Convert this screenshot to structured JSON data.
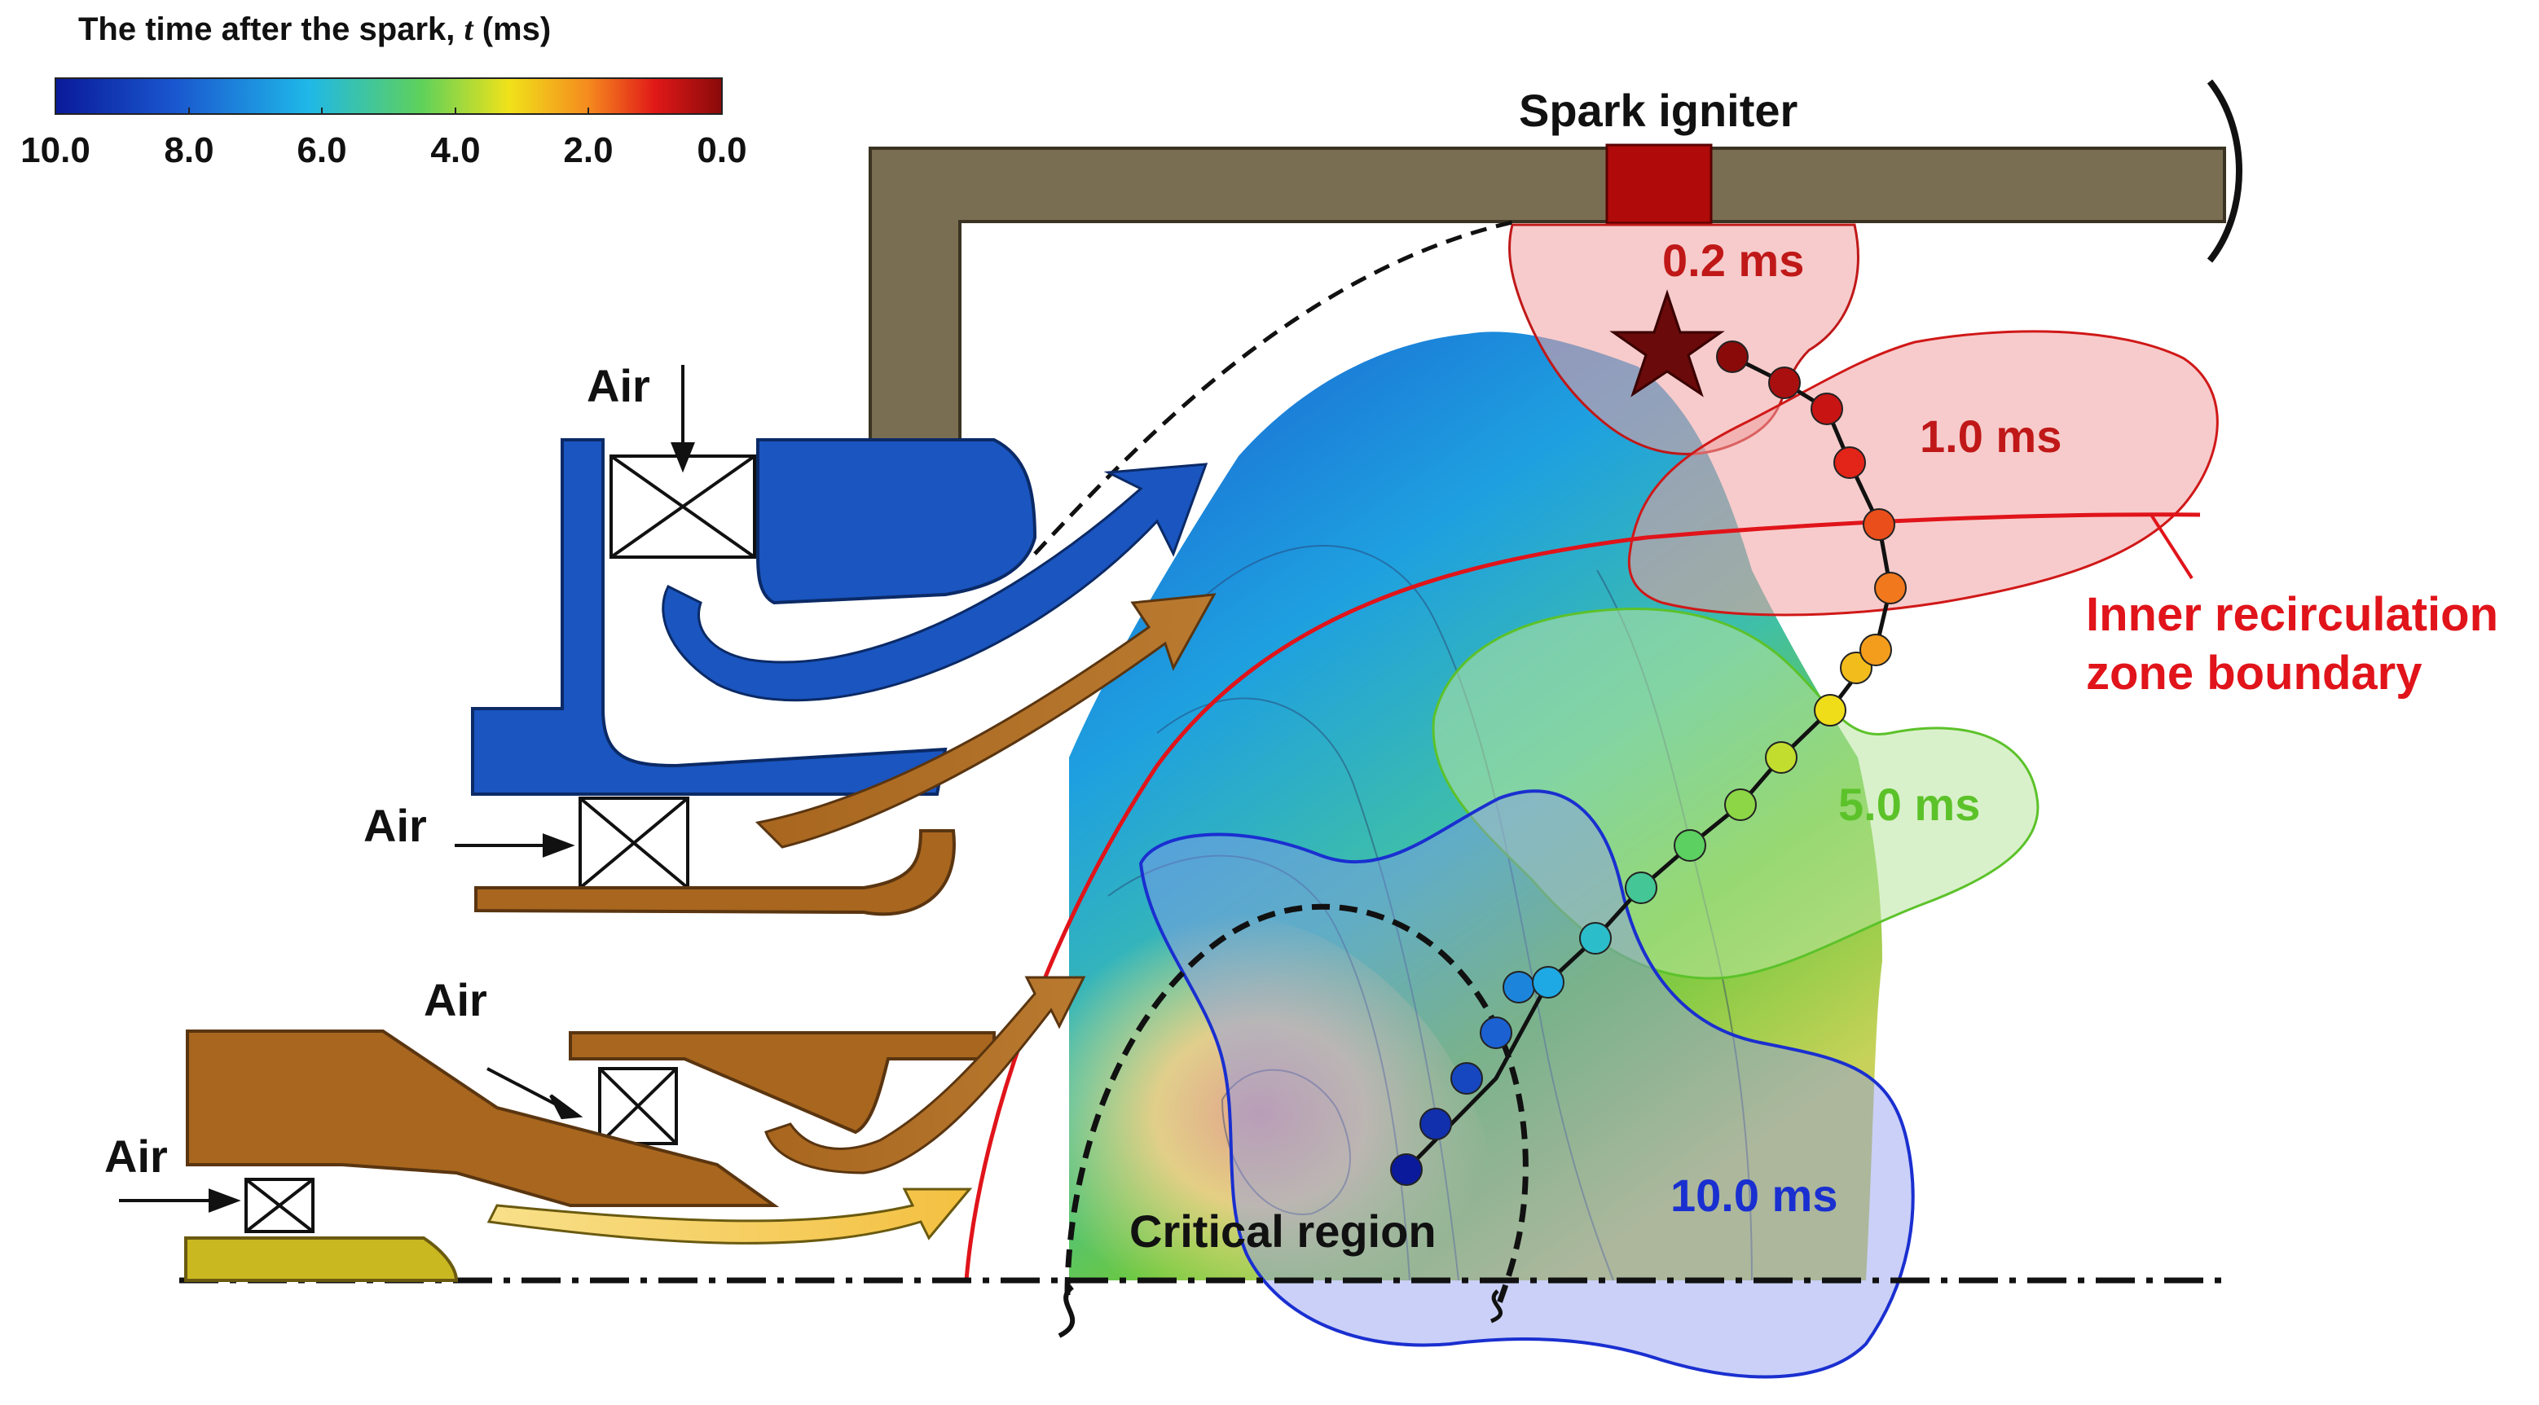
{
  "colorbar": {
    "title_text": "The time after the spark, ",
    "title_var": "t",
    "title_unit": " (ms)",
    "ticks": [
      "10.0",
      "8.0",
      "6.0",
      "4.0",
      "2.0",
      "0.0"
    ],
    "colors": [
      "#0a1a9a",
      "#1a57cf",
      "#1fb8e8",
      "#5fd15a",
      "#f0e21a",
      "#f58a1e",
      "#e01818",
      "#8a0a0a"
    ]
  },
  "labels": {
    "spark_igniter": "Spark igniter",
    "air": "Air",
    "kernel_02": "0.2 ms",
    "kernel_10": "1.0 ms",
    "kernel_50": "5.0 ms",
    "kernel_100": "10.0 ms",
    "irz_line1": "Inner recirculation",
    "irz_line2": "zone boundary",
    "critical_region": "Critical region"
  },
  "colors": {
    "wall": "#7a6e52",
    "spark": "#b00a0a",
    "swirler_blue": "#1a55c0",
    "swirler_brown": "#a8661e",
    "swirler_yellow": "#c9b820",
    "irz_red": "#e0141a",
    "kernel_red": "#f0a0a0",
    "kernel_green": "#b9e6a0",
    "kernel_blue": "#8a96ee"
  }
}
